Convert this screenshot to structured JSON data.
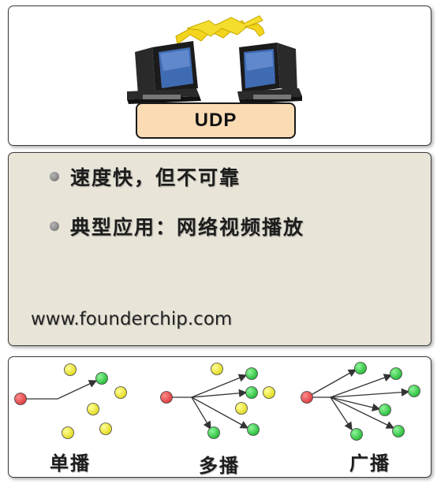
{
  "header": {
    "protocol_label": "UDP"
  },
  "features": {
    "bullets": [
      "速度快，但不可靠",
      "典型应用：网络视频播放"
    ],
    "website": "www.founderchip.com"
  },
  "casting": {
    "unicast": {
      "label": "单播"
    },
    "multicast": {
      "label": "多播"
    },
    "broadcast": {
      "label": "广播"
    }
  },
  "colors": {
    "sender": "#e8474a",
    "receiver_active": "#39d44a",
    "receiver_idle": "#f2ee2a",
    "udp_box": "#fbdbb4",
    "feature_panel": "#e8e4d8"
  }
}
